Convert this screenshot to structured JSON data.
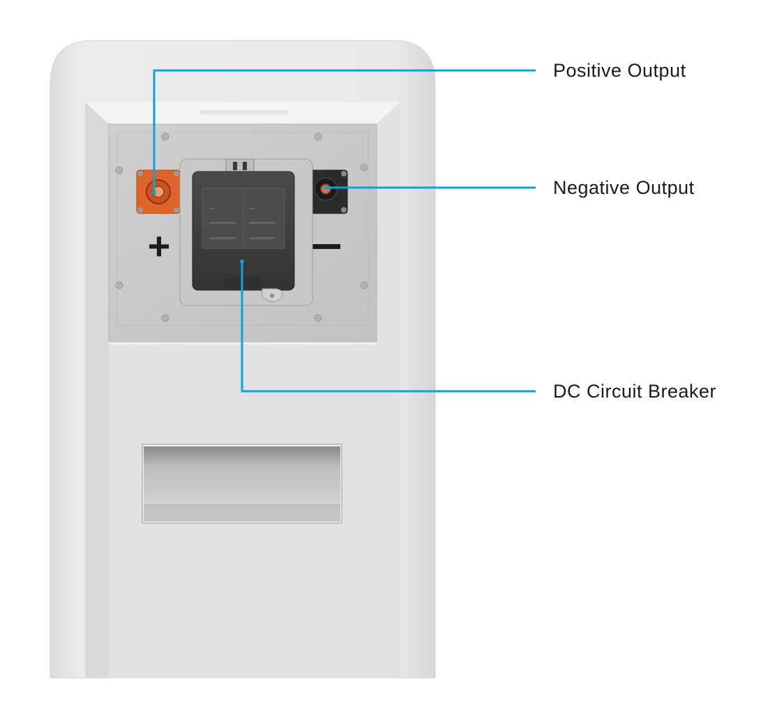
{
  "callouts": {
    "positive": "Positive Output",
    "negative": "Negative Output",
    "breaker": "DC Circuit Breaker"
  },
  "terminal_symbols": {
    "plus": "+",
    "minus": "—"
  },
  "colors": {
    "leader_line": "#0aa3dc",
    "positive_terminal": "#e0632a",
    "negative_terminal": "#2b2b2b",
    "breaker_cover": "#3c3c3c",
    "cabinet": "#e6e6e6",
    "panel": "#c9c9c9"
  }
}
